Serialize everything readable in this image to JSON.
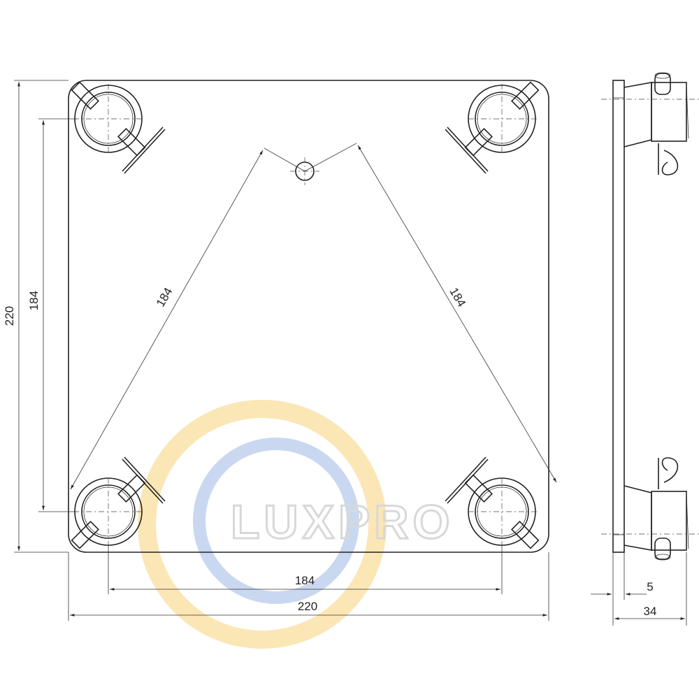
{
  "watermark": {
    "text": "LUXPRO",
    "colors": {
      "yellow": "#fbe6b5",
      "blue": "#c9d8f0",
      "gray": "#d8d8d8"
    }
  },
  "dimensions": {
    "plate_height": "220",
    "hole_spacing_vertical": "184",
    "diagonal_left": "184",
    "diagonal_right": "184",
    "hole_spacing_horizontal": "184",
    "plate_width": "220",
    "plate_thickness": "5",
    "total_depth": "34"
  }
}
